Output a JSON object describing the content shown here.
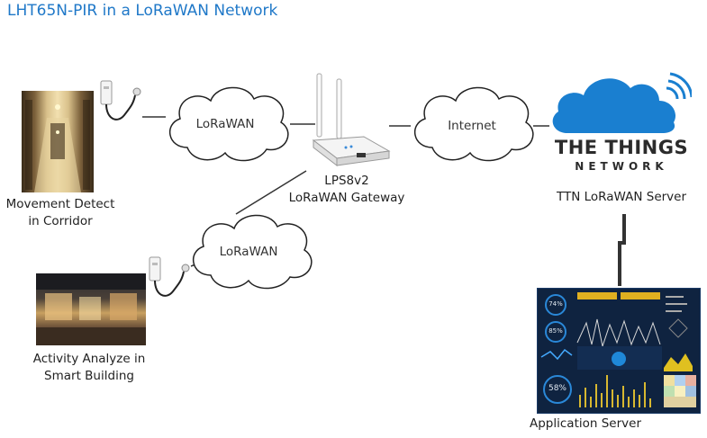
{
  "title": "LHT65N-PIR in a LoRaWAN Network",
  "clouds": {
    "top_left": "LoRaWAN",
    "bottom_left": "LoRaWAN",
    "internet": "Internet"
  },
  "gateway": {
    "line1": "LPS8v2",
    "line2": "LoRaWAN Gateway"
  },
  "corridor": {
    "line1": "Movement Detect",
    "line2": "in Corridor"
  },
  "building": {
    "line1": "Activity Analyze in",
    "line2": "Smart Building"
  },
  "ttn": {
    "logo_line1": "THE THINGS",
    "logo_line2": "NETWORK",
    "caption": "TTN LoRaWAN Server"
  },
  "app_server": {
    "caption": "Application Server",
    "gauges": [
      "74%",
      "85%",
      "58%"
    ]
  },
  "colors": {
    "title": "#1f78c8",
    "ttn_cloud": "#1a7fd0",
    "ttn_text": "#2b2b2b",
    "dashboard_bg": "#0f2340"
  }
}
